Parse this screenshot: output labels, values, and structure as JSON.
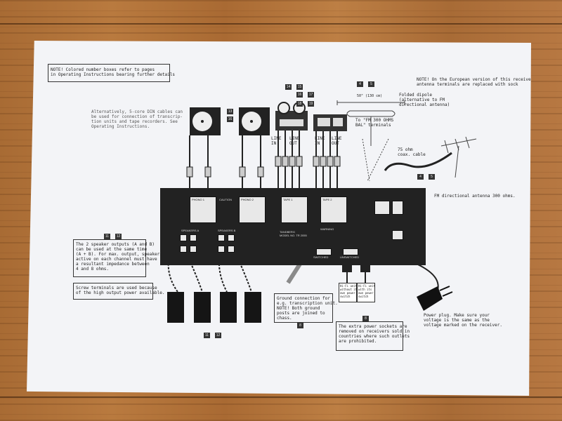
{
  "notes": {
    "top_left": "NOTE! Colored number boxes refer to pages\nin Operating Instructions bearing further details",
    "top_right": "NOTE! On the European version of this receiver\nantenna terminals are replaced with sock",
    "din": "Alternatively, 5-core DIN cables can\nbe used for connection of transcrip-\ntion units and tape recorders. See\nOperating Instructions.",
    "speaker": "The 2 speaker outputs (A and B)\ncan be used at the same time\n(A + B). For max. output, speakers\nactive on each channel must have\na resultant impedance between\n4 and 8 ohms.",
    "screw": "Screw terminals are used because\nof the high output power available.",
    "ground": "Ground connection for\ne.g. transcription unit.\nNOTE! Both ground\nposts are joined to\nchass.",
    "power_sockets": "The extra power sockets are\nremoved on receivers sold in\ncountries where such outlets\nare prohibited.",
    "power_plug": "Power plug. Make sure your\nvoltage is the same as the\nvoltage marked on the receiver."
  },
  "labels": {
    "dipole": "Folded dipole\n(alternative to FM\ndirectional antenna)",
    "fm_terminals": "To \"FM 300 OHMS\nBAL\" terminals",
    "coax": "75 ohm\ncoax. cable",
    "fm_antenna": "FM directional antenna 300 ohms.",
    "dipole_width": "50\" (130 cm)",
    "line_in_1": "LINE\nIN",
    "line_out_1": "LINE\nOUT",
    "line_in_2": "LINE\nIN",
    "line_out_2": "LINE\nOUT"
  },
  "panel": {
    "phono1": "PHONO 1",
    "phono2": "PHONO 2",
    "caution": "CAUTION",
    "tape1": "TAPE 1",
    "tape2": "TAPE 2",
    "speakers_a": "SPEAKERS A",
    "speakers_b": "SPEAKERS B",
    "model": "TANDBERG\nMODEL NO. TR 2055",
    "warning": "WARNING",
    "switched": "SWITCHED",
    "unswitched": "UNSWITCHED"
  },
  "outlets": [
    "Hi-Fi unit\nwithout its\nown power\nswitch",
    "Hi-Fi unit\nwith its\nown power\nswitch"
  ],
  "page_refs": [
    "13",
    "16",
    "14",
    "15",
    "16",
    "17",
    "18",
    "19",
    "4",
    "5",
    "4",
    "5",
    "11",
    "12",
    "11",
    "12",
    "8",
    "8"
  ]
}
